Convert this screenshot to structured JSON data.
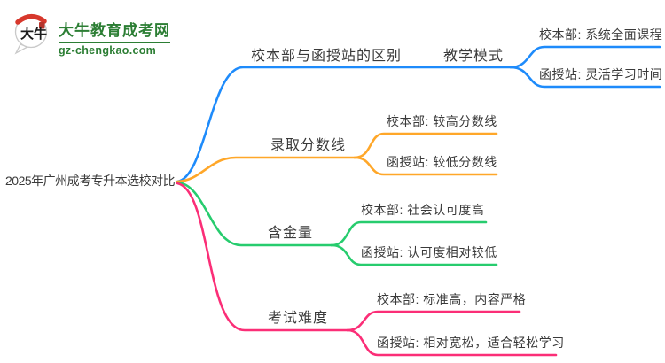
{
  "logo": {
    "icon_text": "大牛",
    "title": "大牛教育成考网",
    "url": "gz-chengkao.com",
    "brand_color": "#2c7e34",
    "seal_color": "#c0392b"
  },
  "root": {
    "label": "2025年广州成考专升本选校对比"
  },
  "branches": [
    {
      "label": "校本部与函授站的区别",
      "mid_label": "教学模式",
      "color": "#1e8bfb",
      "leaves": [
        "校本部: 系统全面课程",
        "函授站: 灵活学习时间"
      ]
    },
    {
      "label": "录取分数线",
      "color": "#ffa729",
      "leaves": [
        "校本部: 较高分数线",
        "函授站: 较低分数线"
      ]
    },
    {
      "label": "含金量",
      "color": "#27cc6e",
      "leaves": [
        "校本部: 社会认可度高",
        "函授站: 认可度相对较低"
      ]
    },
    {
      "label": "考试难度",
      "color": "#fb2e77",
      "leaves": [
        "校本部: 标准高，内容严格",
        "函授站: 相对宽松，适合轻松学习"
      ]
    }
  ]
}
